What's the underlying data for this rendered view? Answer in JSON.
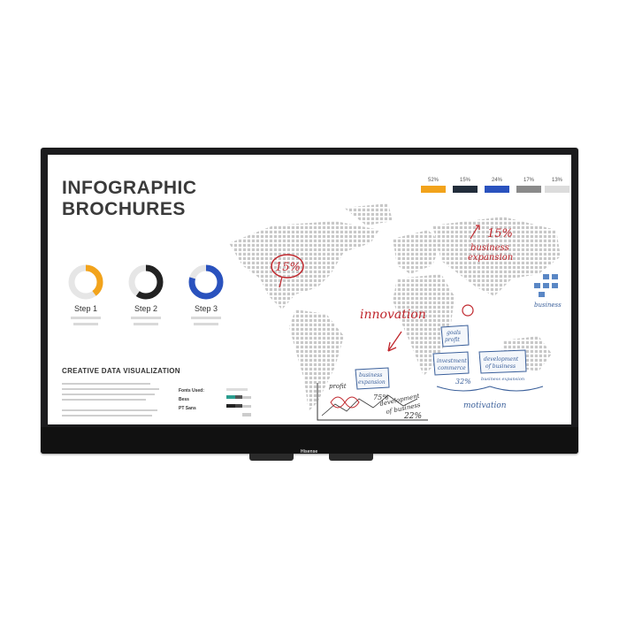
{
  "title_lines": [
    "INFOGRAPHIC",
    "BROCHURES"
  ],
  "steps": [
    {
      "label": "Step 1",
      "color": "#f2a31b"
    },
    {
      "label": "Step 2",
      "color": "#222222"
    },
    {
      "label": "Step 3",
      "color": "#2a52be"
    }
  ],
  "section_title": "CREATIVE DATA VISUALIZATION",
  "fonts": {
    "heading": "Fonts Used:",
    "font1": "Bess",
    "font2": "PT Sans"
  },
  "legend": [
    {
      "pct": "52%",
      "color": "#f2a31b"
    },
    {
      "pct": "15%",
      "color": "#222d3b"
    },
    {
      "pct": "24%",
      "color": "#2a52be"
    },
    {
      "pct": "17%",
      "color": "#8a8a8a"
    },
    {
      "pct": "13%",
      "color": "#dcdcdc"
    }
  ],
  "annotations": {
    "pct15_map": "15%",
    "pct15_top": "15%",
    "business_expansion_1": "business",
    "business_expansion_2": "expansion",
    "innovation": "innovation",
    "business_small": "business",
    "profit": "profit",
    "pct75": "75%",
    "development": "development",
    "of_business": "of business",
    "pct22": "22%",
    "investment_1": "investment",
    "investment_2": "commerce",
    "dev_business_1": "development",
    "dev_business_2": "of business",
    "business_expansion_small": "business expansion",
    "pct32": "32%",
    "motivation": "motivation",
    "goals": "goals",
    "biz_box_1": "business",
    "biz_box_2": "expansion"
  },
  "brand": "Hisense",
  "colors": {
    "accent_orange": "#f2a31b",
    "accent_blue": "#2a52be",
    "marker_red": "#c0272d",
    "marker_blue": "#3a5f9a"
  }
}
